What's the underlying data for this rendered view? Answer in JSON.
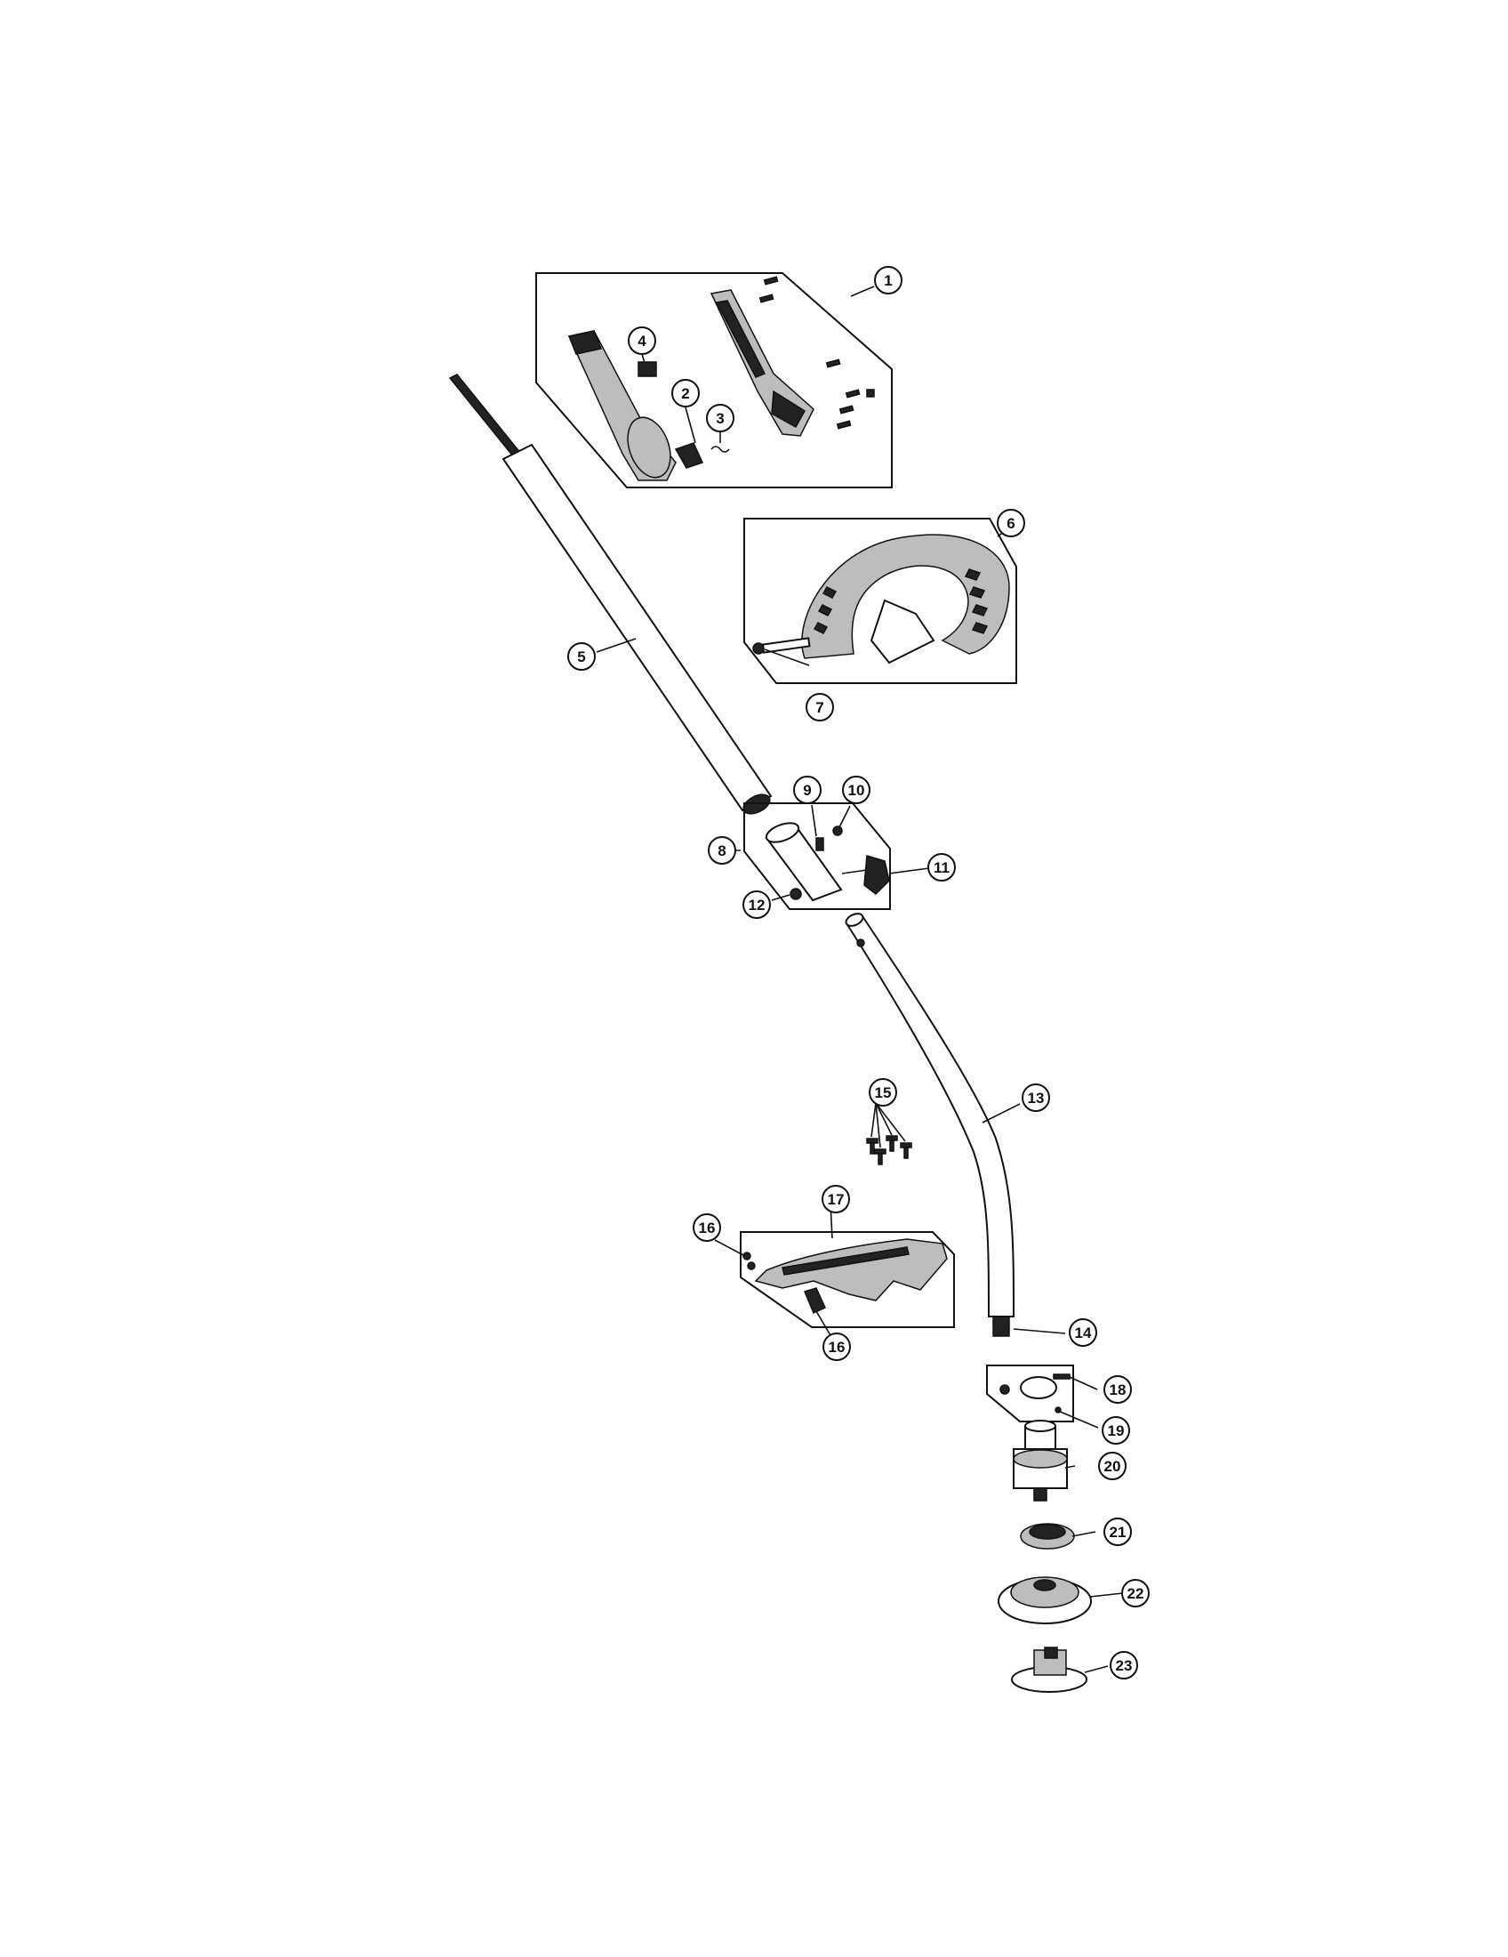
{
  "callouts": [
    "1",
    "2",
    "3",
    "4",
    "5",
    "6",
    "7",
    "8",
    "9",
    "10",
    "11",
    "12",
    "13",
    "14",
    "15",
    "16",
    "16",
    "17",
    "18",
    "19",
    "20",
    "21",
    "22",
    "23"
  ]
}
